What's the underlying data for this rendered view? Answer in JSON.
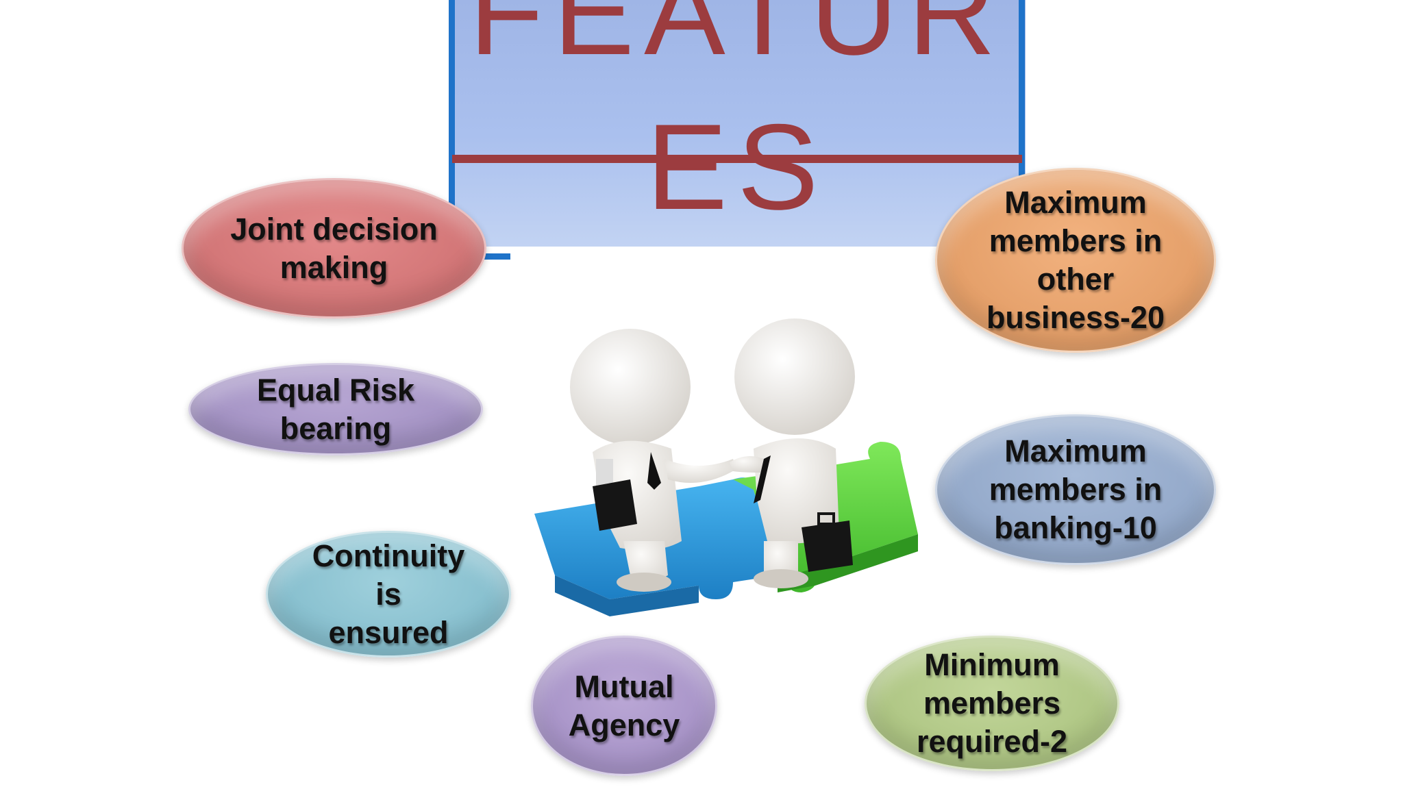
{
  "title": {
    "text": "FEATURES"
  },
  "features": {
    "joint": "Joint decision\nmaking",
    "risk": "Equal Risk\nbearing",
    "continuity": "Continuity\nis\nensured",
    "mutual": "Mutual\nAgency",
    "max_other": "Maximum\nmembers in\nother\nbusiness-20",
    "max_banking": "Maximum\nmembers in\nbanking-10",
    "minimum": "Minimum\nmembers\nrequired-2"
  },
  "colors": {
    "title_text": "#9c3c3f",
    "title_bg": "#a9bfee",
    "frame": "#1f73c9",
    "puzzle_blue": "#2a9ae0",
    "puzzle_green": "#5fd43a"
  },
  "illustration": {
    "icon": "handshake-on-puzzle-icon"
  }
}
